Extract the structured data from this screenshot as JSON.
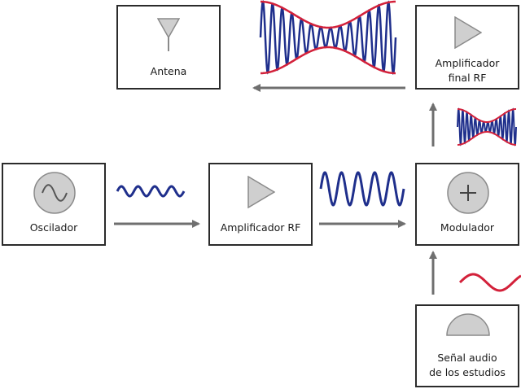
{
  "blocks": {
    "antenna": "Antena",
    "oscillator": "Oscilador",
    "rf_amplifier": "Amplificador RF",
    "modulator": "Modulador",
    "final_amplifier_line1": "Amplificador",
    "final_amplifier_line2": "final RF",
    "audio_line1": "Señal audio",
    "audio_line2": "de los estudios"
  },
  "colors": {
    "carrier": "#1f2f8c",
    "envelope": "#d3213a",
    "audio": "#d3213a",
    "arrow": "#6f6f6f",
    "icon_fill": "#cfcfcf",
    "icon_stroke": "#8a8a8a",
    "border": "#2b2b2b"
  }
}
